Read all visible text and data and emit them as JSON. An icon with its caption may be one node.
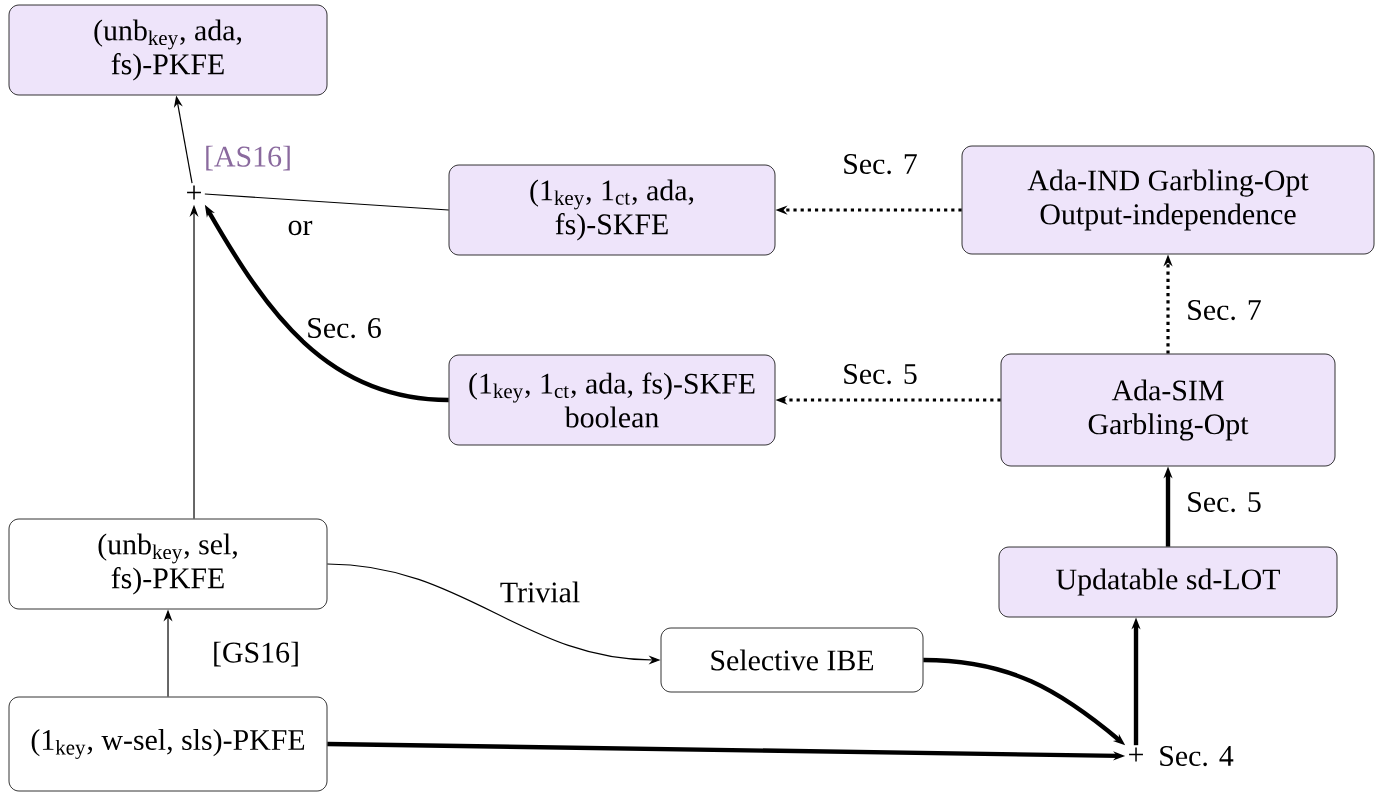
{
  "diagram": {
    "nodes": [
      {
        "text": [
          "(unb$_{key}$, ada, fs)-PKFE"
        ]
      },
      {
        "text": [
          "+"
        ],
        "beside": [
          "[AS16]"
        ]
      },
      {
        "text": [
          "(1$_{key}$, 1$_{ct}$, ada, fs)-SKFE"
        ]
      },
      {
        "text": [
          "Ada-IND Garbling-Opt Output-independence"
        ]
      },
      {
        "text": [
          "(1$_{key}$, 1$_{ct}$, ada, fs)-SKFE boolean"
        ]
      },
      {
        "text": [
          "Ada-SIM Garbling-Opt"
        ]
      },
      {
        "text": [
          "(unb$_{key}$, sel, fs)-PKFE"
        ]
      },
      {
        "text": [
          "Updatable sd-LOT"
        ]
      },
      {
        "text": [
          "Selective IBE"
        ]
      },
      {
        "text": [
          "(1$_{key}$, w-sel, sls)-PKFE"
        ]
      },
      {
        "text": [
          "+"
        ],
        "beside": [
          "Sec. 4"
        ]
      }
    ],
    "edges": [
      {
        "from": 1,
        "to": 0,
        "arrow": "to"
      },
      {
        "from": 2,
        "to": 1,
        "arrow": "none"
      },
      {
        "from": 4,
        "to": 1,
        "arrow": "to",
        "label": "Sec. 6"
      },
      {
        "from": 6,
        "to": 1,
        "arrow": "to"
      },
      {
        "from": 3,
        "to": 2,
        "arrow": "to",
        "style": "dashed",
        "label": "Sec. 7"
      },
      {
        "from": 5,
        "to": 4,
        "arrow": "to",
        "style": "dashed",
        "label": "Sec. 5"
      },
      {
        "from": 5,
        "to": 3,
        "arrow": "to",
        "style": "dashed",
        "label": "Sec. 7"
      },
      {
        "from": 7,
        "to": 5,
        "arrow": "to",
        "label": "Sec. 5"
      },
      {
        "from": 10,
        "to": 7,
        "arrow": "to"
      },
      {
        "from": 8,
        "to": 10,
        "arrow": "to"
      },
      {
        "from": 9,
        "to": 10,
        "arrow": "to"
      },
      {
        "from": 9,
        "to": 6,
        "arrow": "to",
        "label": "[GS16]"
      },
      {
        "from": 6,
        "to": 8,
        "arrow": "to",
        "label": "Trivial"
      }
    ],
    "labels": [
      "or"
    ]
  }
}
